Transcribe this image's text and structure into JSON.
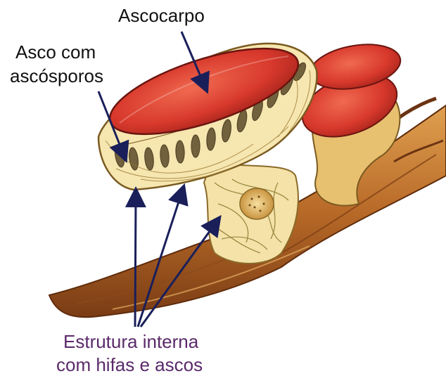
{
  "labels": {
    "ascocarpo": "Ascocarpo",
    "asco_line1": "Asco com",
    "asco_line2": "ascósporos",
    "estrutura_line1": "Estrutura interna",
    "estrutura_line2": "com hifas e ascos"
  },
  "colors": {
    "background": "#ffffff",
    "cup_red": "#d8392c",
    "branch_brown": "#b86a28",
    "hyphae": "#c9a94a",
    "arrow_navy": "#1a1f5a",
    "label_text": "#111111",
    "label_purple": "#5a2a6a"
  }
}
